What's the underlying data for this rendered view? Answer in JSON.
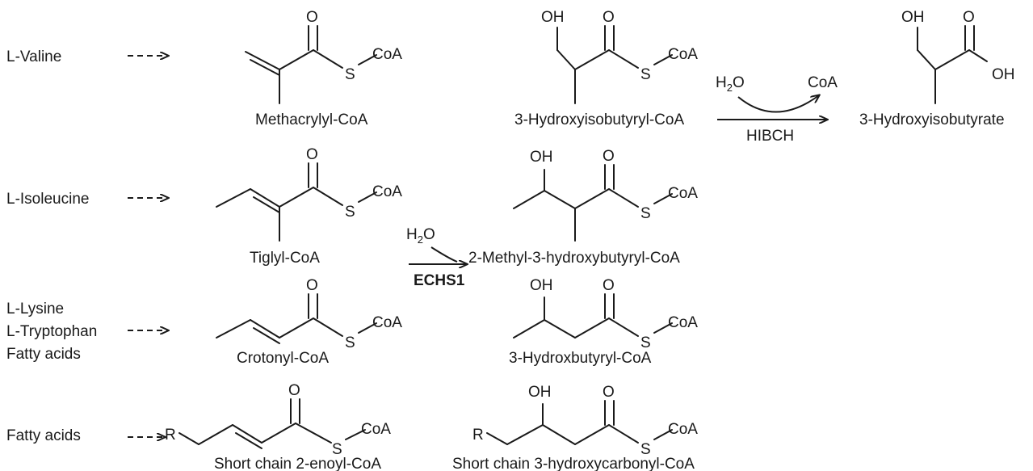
{
  "precursors": {
    "valine": "L-Valine",
    "isoleucine": "L-Isoleucine",
    "lysine": "L-Lysine",
    "tryptophan": "L-Tryptophan",
    "fatty_acids_a": "Fatty acids",
    "fatty_acids_b": "Fatty acids"
  },
  "compounds": {
    "methacrylyl": "Methacrylyl-CoA",
    "tiglyl": "Tiglyl-CoA",
    "crotonyl": "Crotonyl-CoA",
    "enoyl": "Short chain 2-enoyl-CoA",
    "hydroxyisobutyryl": "3-Hydroxyisobutyryl-CoA",
    "methylhydroxybutyryl": "2-Methyl-3-hydroxybutyryl-CoA",
    "hydroxbutyryl": "3-Hydroxbutyryl-CoA",
    "hydroxycarbonyl": "Short chain 3-hydroxycarbonyl-CoA",
    "hydroxyisobutyrate": "3-Hydroxyisobutyrate"
  },
  "enzymes": {
    "echs1": "ECHS1",
    "hibch": "HIBCH"
  },
  "reagents": {
    "water_h": "H",
    "water_sub": "2",
    "water_o": "O",
    "coa_out": "CoA"
  },
  "atoms": {
    "O": "O",
    "OH": "OH",
    "S": "S",
    "CoA": "CoA",
    "R": "R"
  }
}
